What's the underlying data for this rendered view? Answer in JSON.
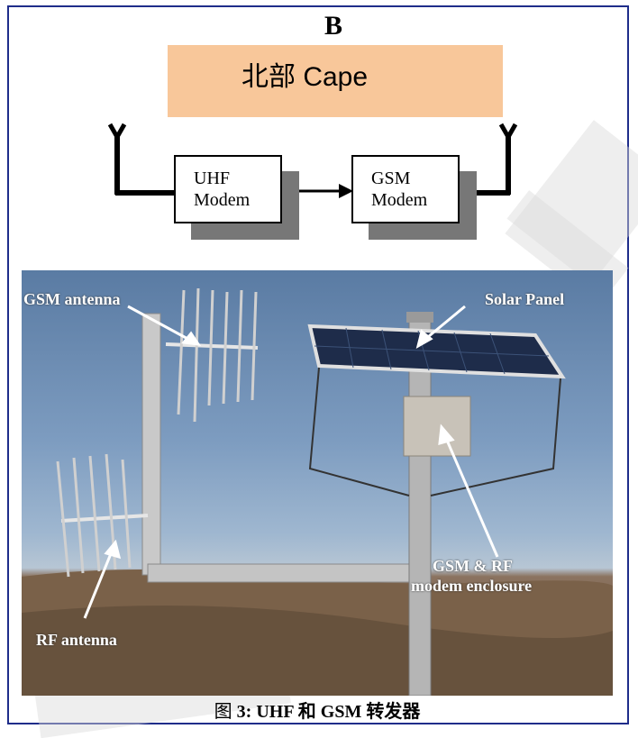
{
  "section": {
    "label": "B"
  },
  "location": {
    "label": "北部 Cape"
  },
  "modems": [
    {
      "line1": "UHF",
      "line2": "Modem"
    },
    {
      "line1": "GSM",
      "line2": "Modem"
    }
  ],
  "photo": {
    "annotations": {
      "gsm_antenna": "GSM antenna",
      "solar_panel": "Solar Panel",
      "enclosure_line1": "GSM & RF",
      "enclosure_line2": "modem enclosure",
      "rf_antenna": "RF antenna"
    }
  },
  "caption": {
    "prefix": "图",
    "number": "3:",
    "text": "UHF 和 GSM 转发器"
  },
  "colors": {
    "border": "#1f2d8a",
    "location_fill": "#f8c79a",
    "shadow": "#777777"
  }
}
